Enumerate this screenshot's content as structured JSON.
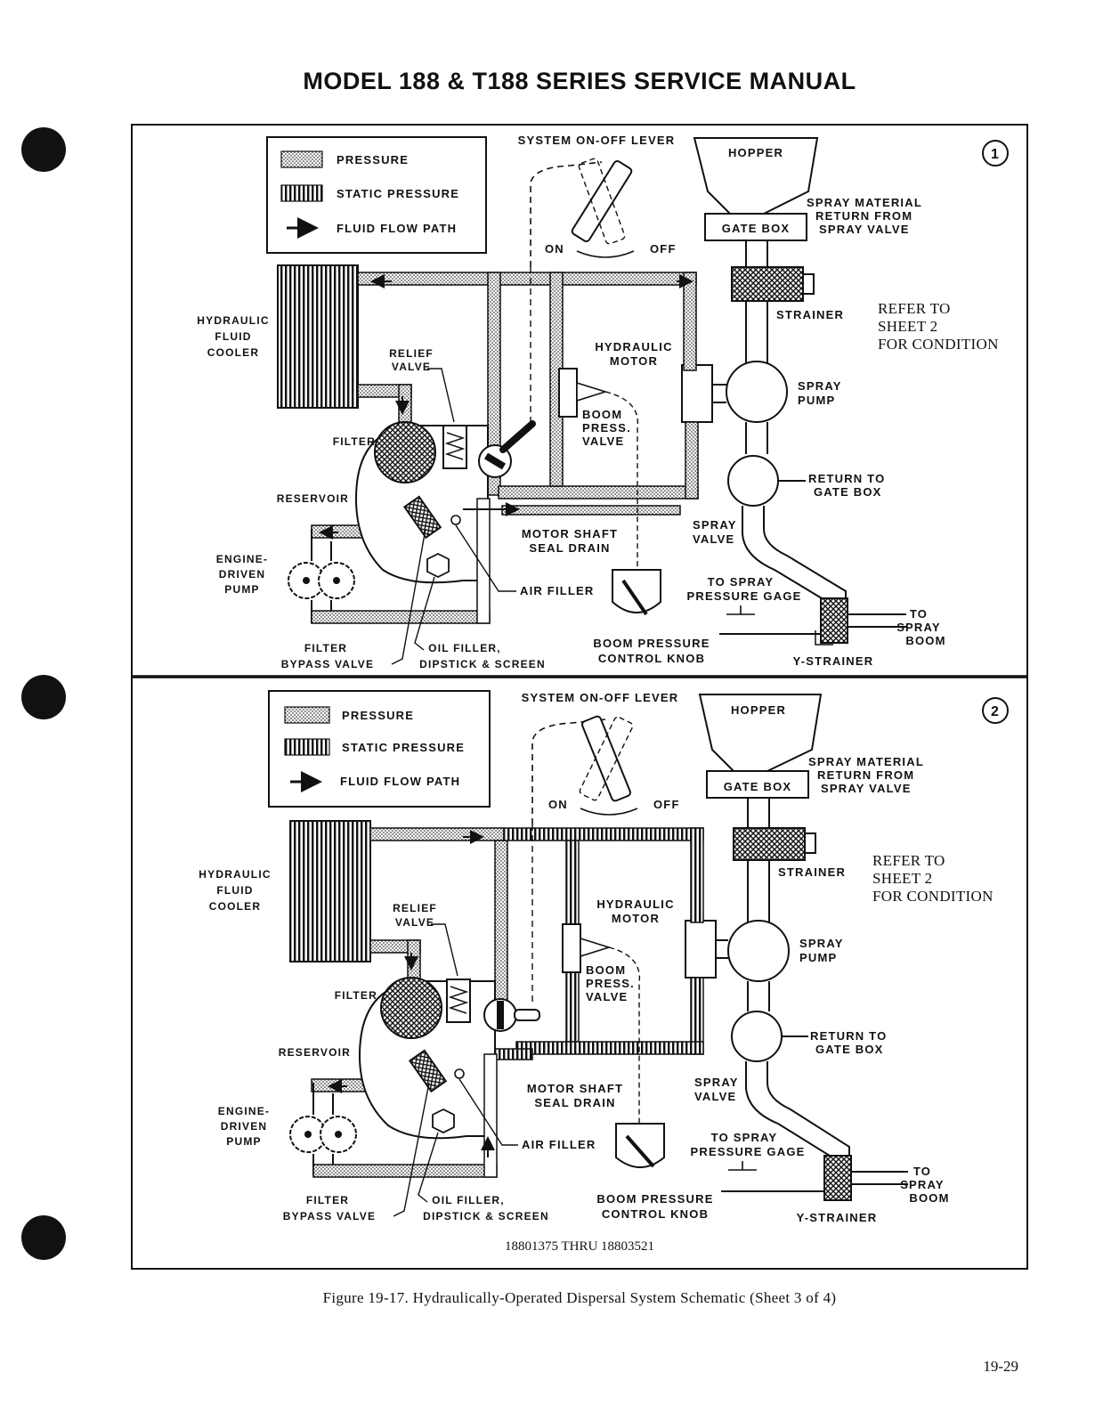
{
  "header": {
    "title": "MODEL 188 & T188 SERIES SERVICE MANUAL"
  },
  "legend": {
    "pressure": "PRESSURE",
    "static_pressure": "STATIC PRESSURE",
    "fluid_flow_path": "FLUID FLOW PATH"
  },
  "labels": {
    "system_lever": "SYSTEM ON-OFF LEVER",
    "on": "ON",
    "off": "OFF",
    "hopper": "HOPPER",
    "gate_box": "GATE BOX",
    "spray_material_1": "SPRAY MATERIAL",
    "spray_material_2": "RETURN FROM",
    "spray_material_3": "SPRAY VALVE",
    "strainer": "STRAINER",
    "hyd_cooler_1": "HYDRAULIC",
    "hyd_cooler_2": "FLUID",
    "hyd_cooler_3": "COOLER",
    "relief_1": "RELIEF",
    "relief_2": "VALVE",
    "hyd_motor_1": "HYDRAULIC",
    "hyd_motor_2": "MOTOR",
    "boom_1": "BOOM",
    "boom_2": "PRESS.",
    "boom_3": "VALVE",
    "spray_pump_1": "SPRAY",
    "spray_pump_2": "PUMP",
    "filter": "FILTER",
    "reservoir": "RESERVOIR",
    "return_gate_1": "RETURN TO",
    "return_gate_2": "GATE BOX",
    "engine_1": "ENGINE-",
    "engine_2": "DRIVEN",
    "engine_3": "PUMP",
    "seal_1": "MOTOR SHAFT",
    "seal_2": "SEAL DRAIN",
    "spray_valve_1": "SPRAY",
    "spray_valve_2": "VALVE",
    "air_filler": "AIR FILLER",
    "gage_1": "TO SPRAY",
    "gage_2": "PRESSURE GAGE",
    "boom_out_1": "TO",
    "boom_out_2": "SPRAY",
    "boom_out_3": "BOOM",
    "filter_bypass_1": "FILTER",
    "filter_bypass_2": "BYPASS VALVE",
    "oil_filler_1": "OIL FILLER,",
    "oil_filler_2": "DIPSTICK & SCREEN",
    "knob_1": "BOOM PRESSURE",
    "knob_2": "CONTROL KNOB",
    "y_strainer": "Y-STRAINER",
    "refer_1": "REFER TO",
    "refer_2": "SHEET 2",
    "refer_3": "FOR CONDITION"
  },
  "panels": [
    {
      "number": "1"
    },
    {
      "number": "2"
    }
  ],
  "serial_range": "18801375 THRU 18803521",
  "caption": "Figure 19-17.  Hydraulically-Operated Dispersal System Schematic  (Sheet 3 of 4)",
  "page_number": "19-29"
}
